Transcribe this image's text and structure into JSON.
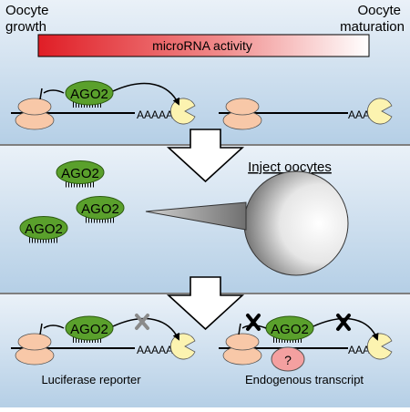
{
  "panel_top": {
    "left_label_line1": "Oocyte",
    "left_label_line2": "growth",
    "right_label_line1": "Oocyte",
    "right_label_line2": "maturation",
    "gradient_bar_label": "microRNA activity",
    "ago_label": "AGO2",
    "polya_left": "AAAAA",
    "polya_right": "AAAAA"
  },
  "panel_middle": {
    "ago_labels": [
      "AGO2",
      "AGO2",
      "AGO2"
    ],
    "inject_label": "Inject oocytes"
  },
  "panel_bottom": {
    "ago_label_left": "AGO2",
    "ago_label_right": "AGO2",
    "polya_left": "AAAAA",
    "polya_right": "AAAAA",
    "unknown_factor": "?",
    "left_caption": "Luciferase reporter",
    "right_caption": "Endogenous transcript"
  },
  "colors": {
    "panel_top": "#eaf1f8",
    "panel_bottom": "#b5cfe6",
    "ago": "#5aa02c",
    "ribosome": "#f8c8a8",
    "cap": "#fcf3b0",
    "gradient_start": "#e01e26",
    "unknown_factor": "#f4a0a0"
  }
}
